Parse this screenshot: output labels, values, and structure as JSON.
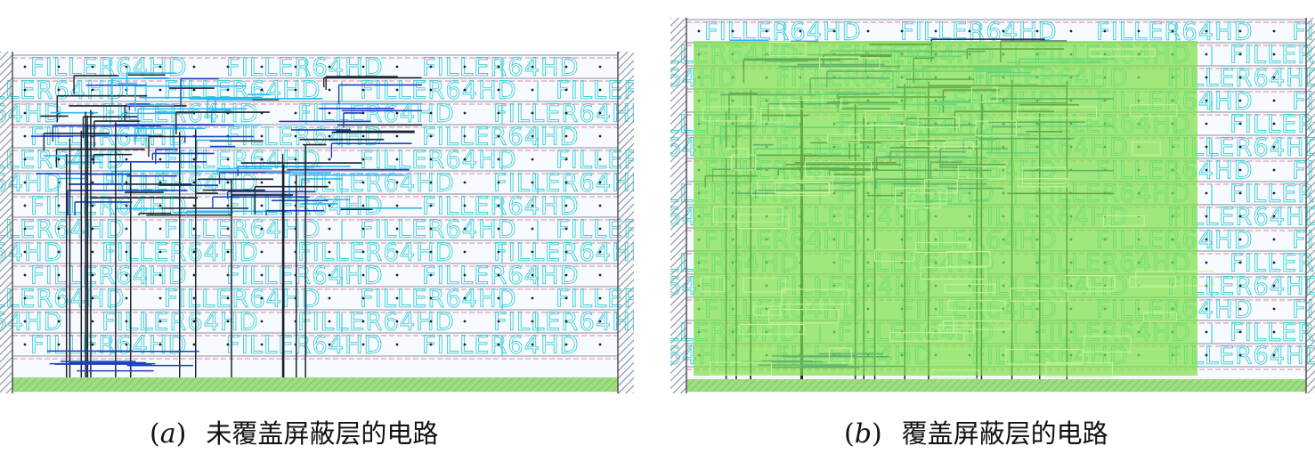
{
  "panels": [
    {
      "id": "a",
      "cell_label": "FILLER64HD",
      "caption_label": "a",
      "caption_text": "未覆盖屏蔽层的电路",
      "shield": false
    },
    {
      "id": "b",
      "cell_label": "FILLER64HD",
      "caption_label": "b",
      "caption_text": "覆盖屏蔽层的电路",
      "shield": true
    }
  ],
  "colors": {
    "cell_text": "#3fcfd8",
    "row_line_pink": "#e79ab0",
    "row_line_grey": "#8c8c9c",
    "wire_blue": "#1a3fc0",
    "wire_dark": "#1b2230",
    "wire_cyan": "#2db9ee",
    "shield_green": "#7ee04a",
    "bottom_green": "#9be07a",
    "hatch": "#8a8a8a"
  }
}
